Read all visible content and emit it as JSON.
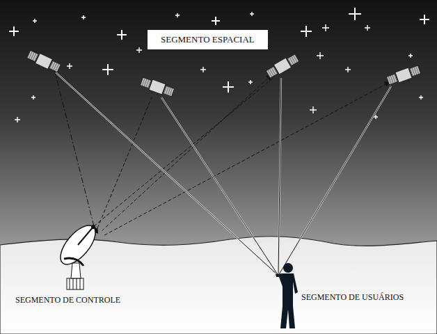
{
  "diagram": {
    "nodes": [
      {
        "text": [
          "SEGMENTO ESPACIAL"
        ]
      }
    ],
    "labels": [
      "SEGMENTO DE CONTROLE",
      "SEGMENTO DE USUÁRIOS"
    ]
  }
}
